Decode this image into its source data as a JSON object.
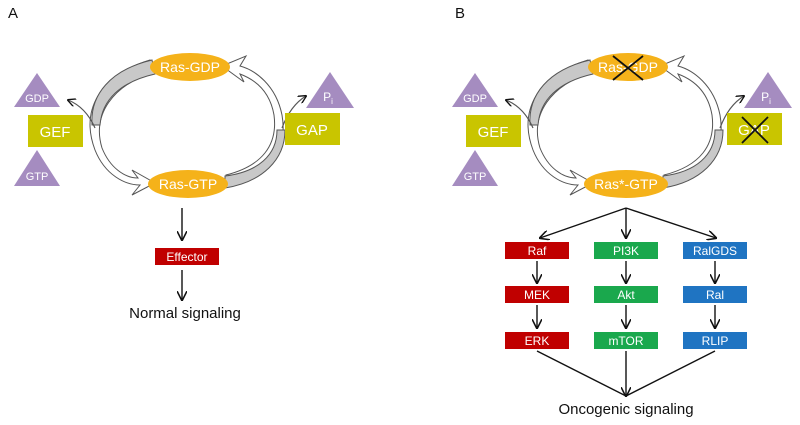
{
  "colors": {
    "ras": "#f5b21a",
    "gef_gap": "#c9c500",
    "triangle": "#a58cc0",
    "effector": "#c00000",
    "raf_path": "#c00000",
    "pi3k_path": "#1aa84d",
    "ral_path": "#1f74c2",
    "arrow_fill_gray": "#c8c8c8"
  },
  "panel_a": {
    "label": "A",
    "ras_gdp": "Ras-GDP",
    "ras_gtp": "Ras-GTP",
    "gef": "GEF",
    "gap": "GAP",
    "gdp": "GDP",
    "gtp": "GTP",
    "pi": "P",
    "pi_sub": "i",
    "effector": "Effector",
    "output": "Normal signaling"
  },
  "panel_b": {
    "label": "B",
    "ras_gdp": "Ras-GDP",
    "ras_gtp": "Ras*-GTP",
    "gef": "GEF",
    "gap": "GAP",
    "gdp": "GDP",
    "gtp": "GTP",
    "pi": "P",
    "pi_sub": "i",
    "raf_path": [
      "Raf",
      "MEK",
      "ERK"
    ],
    "pi3k_path": [
      "PI3K",
      "Akt",
      "mTOR"
    ],
    "ral_path": [
      "RalGDS",
      "Ral",
      "RLIP"
    ],
    "output": "Oncogenic signaling"
  }
}
